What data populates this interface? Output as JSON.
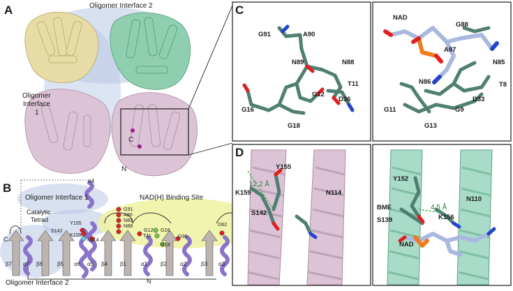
{
  "panel_a": {
    "letter": "A",
    "oligomer_interface_2": "Oligomer Interface 2",
    "oligomer_interface_1_line1": "Oligomer",
    "oligomer_interface_1_line2": "Interface",
    "oligomer_interface_1_line3": "1",
    "c_terminus": "C",
    "n_terminus": "N"
  },
  "panel_b": {
    "letter": "B",
    "oligomer_interface_1": "Oligomer Interface 1",
    "catalytic_line1": "Catalytic",
    "catalytic_line2": "Tetrad",
    "nad_binding": "NAD(H) Binding Site",
    "oligomer_interface_2": "Oligomer Interface 2",
    "c_label": "C",
    "n_label": "N",
    "residues": [
      "S142",
      "Y155",
      "K159",
      "N114",
      "G91",
      "A90",
      "N89",
      "N88",
      "G12",
      "G16",
      "T11",
      "G18",
      "D36",
      "D62"
    ],
    "elements": [
      "β7",
      "α7",
      "β6",
      "β5",
      "α6",
      "α5",
      "α4",
      "β4",
      "β1",
      "α1",
      "β2",
      "α2",
      "β3",
      "α3"
    ]
  },
  "panel_c": {
    "letter": "C",
    "left_residues": [
      "G91",
      "A90",
      "N89",
      "N88",
      "T11",
      "G12",
      "D36",
      "G16",
      "G18"
    ],
    "right_residues": [
      "NAD",
      "G88",
      "A87",
      "N85",
      "N86",
      "T8",
      "D33",
      "G11",
      "G9",
      "G13"
    ]
  },
  "panel_d": {
    "letter": "D",
    "left_residues": [
      "Y155",
      "K159",
      "N114",
      "S142"
    ],
    "left_distance": "12.2 Å",
    "right_residues": [
      "Y152",
      "BME",
      "N110",
      "S139",
      "K156",
      "NAD"
    ],
    "right_distance": "4.5 Å"
  },
  "colors": {
    "chain_yellow": "#e7dca6",
    "chain_green": "#8fcfb0",
    "chain_pink": "#dcc4d6",
    "interface_blue": "#b9c8e6",
    "nad_yellow": "#eef2a0",
    "helix_purple": "#8a73c9",
    "strand_grey": "#bdb4b0",
    "stick_green": "#4f7f71",
    "stick_blue_nad": "#aab8e0",
    "phosphate_orange": "#ef7a1a"
  }
}
